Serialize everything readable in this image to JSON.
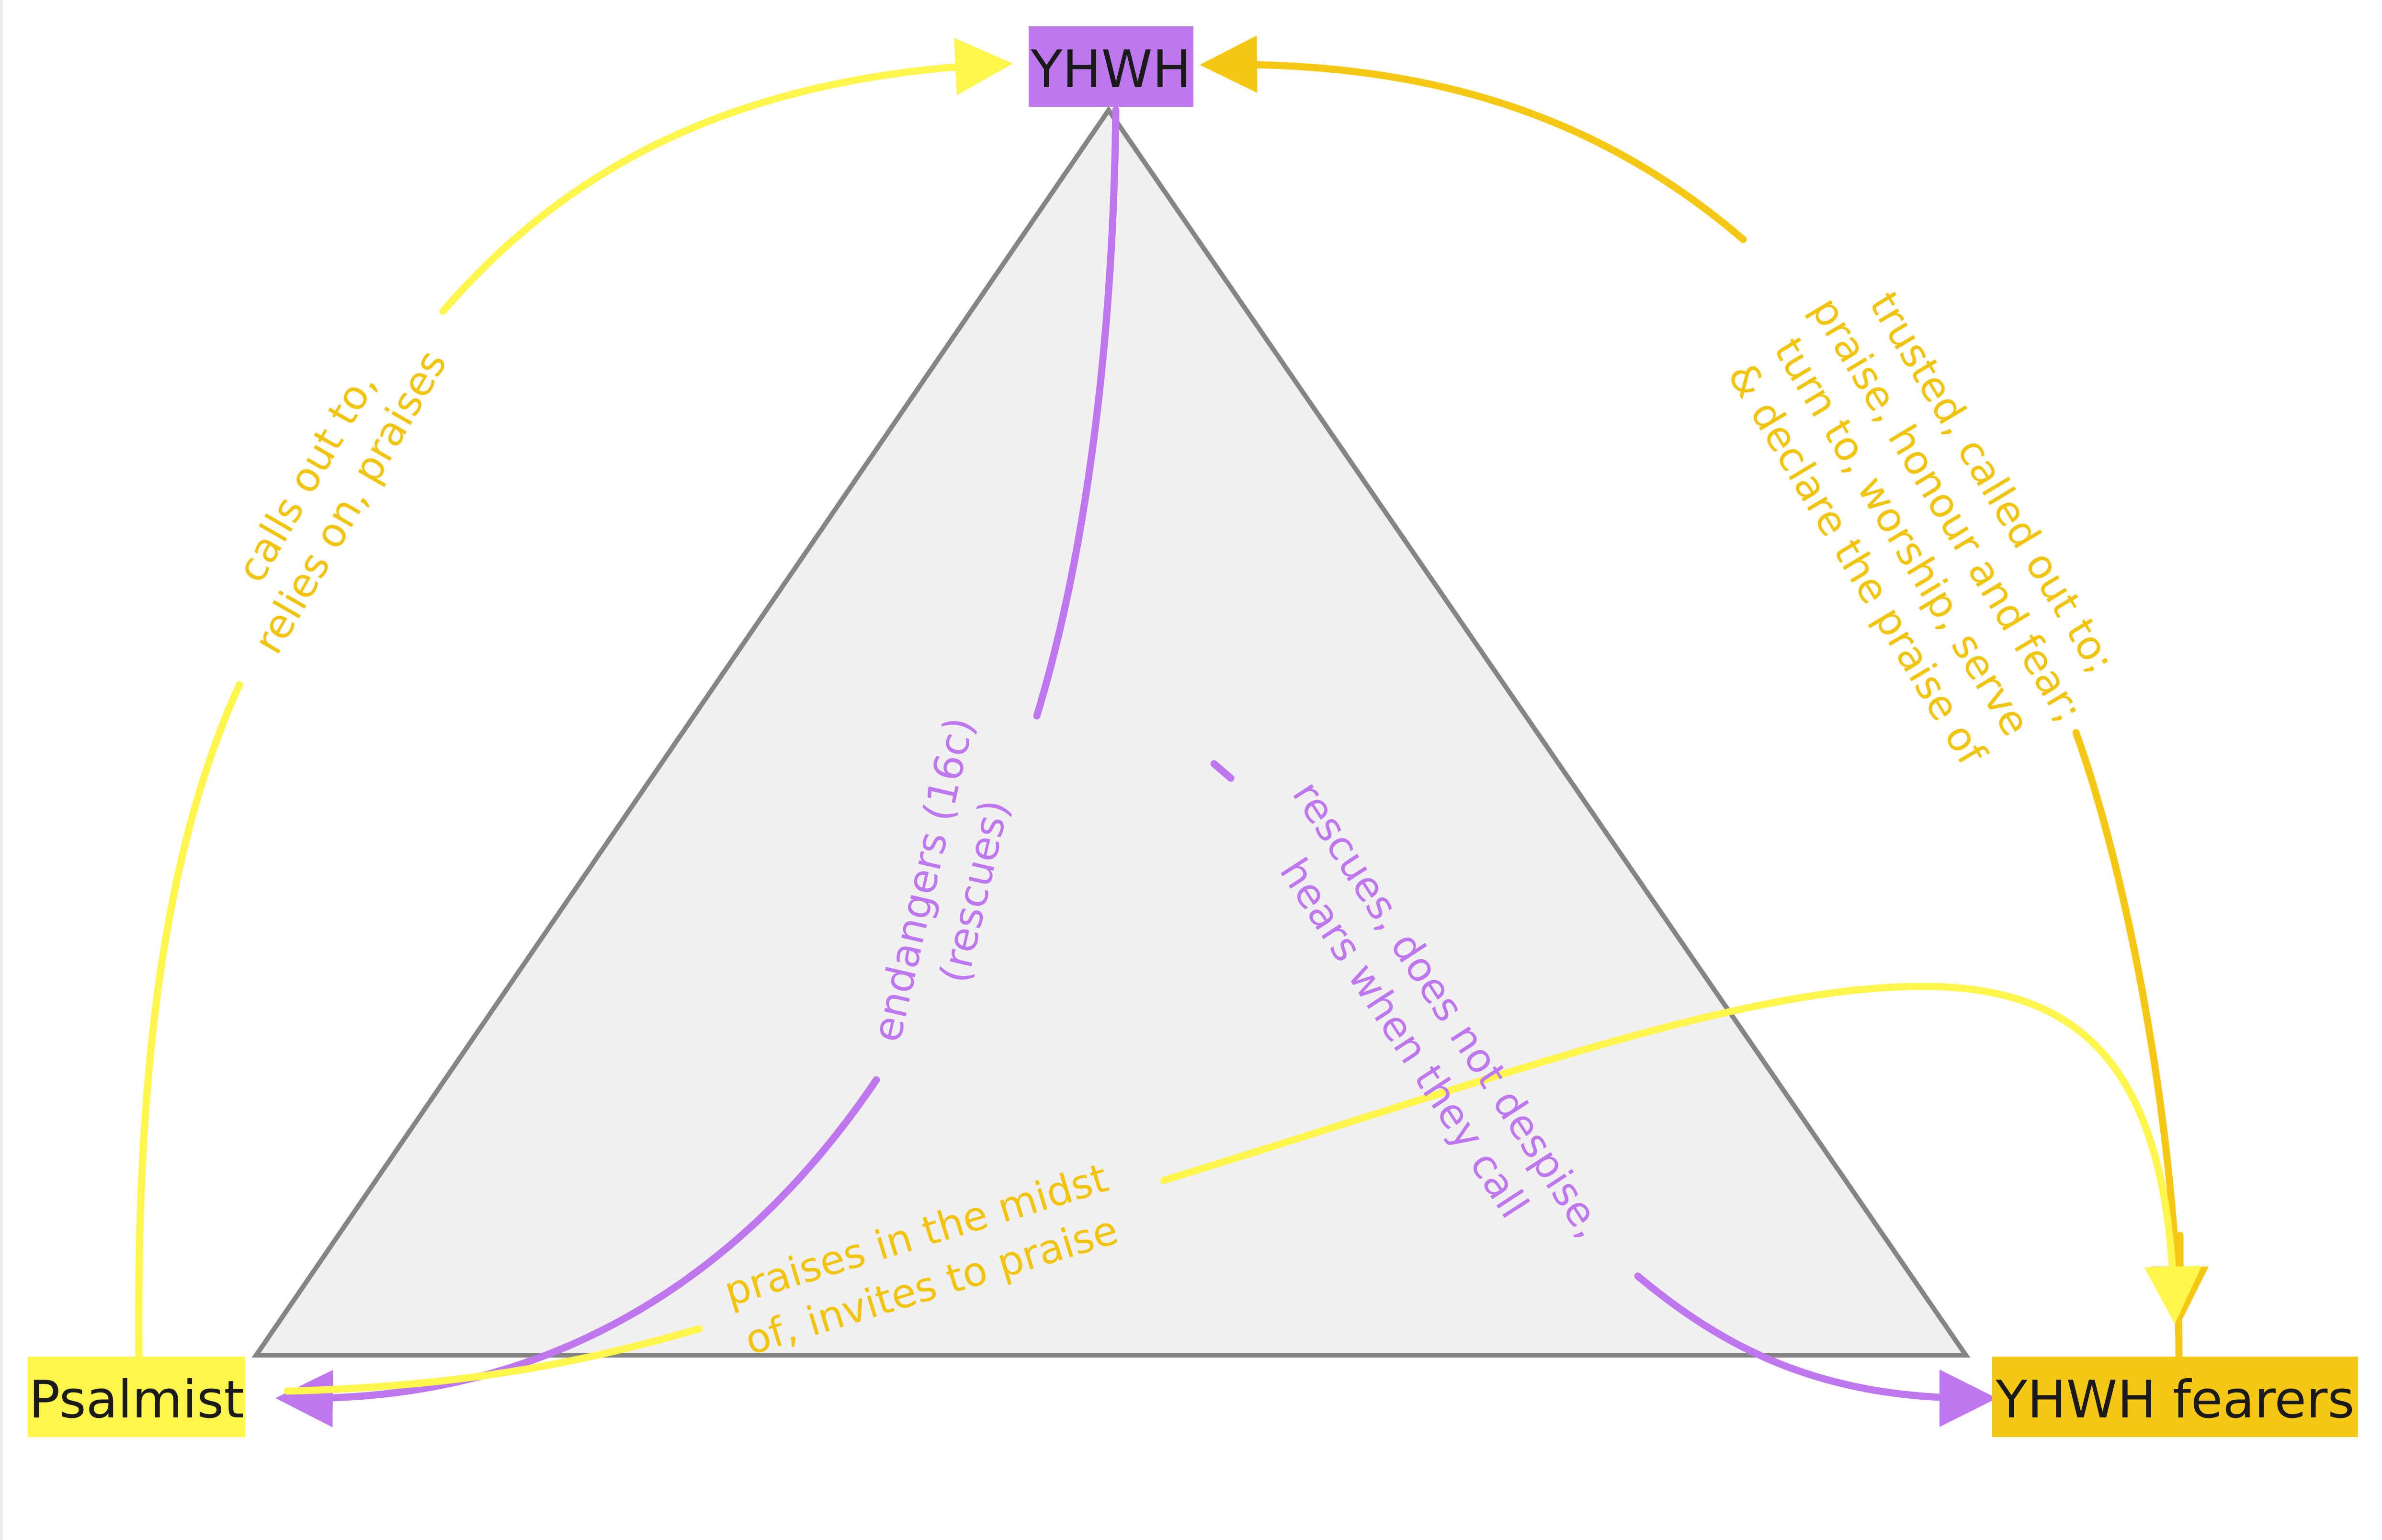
{
  "colors": {
    "yhwh": "#bf77f0",
    "psalmist": "#fff54d",
    "fearers": "#f7c813",
    "triangle_fill": "#f0f0f0",
    "triangle_stroke": "#858585",
    "label_gold": "#f2c40e",
    "label_purple": "#bf77f0"
  },
  "nodes": {
    "yhwh": "YHWH",
    "psalmist": "Psalmist",
    "fearers": "YHWH fearers"
  },
  "edges": {
    "psalmist_to_yhwh": {
      "lines": [
        "calls out to,",
        "relies on, praises"
      ]
    },
    "fearers_to_yhwh": {
      "lines": [
        "trusted, called out to;",
        "praise, honour and fear;",
        "turn to, worship, serve",
        "& declare the praise of"
      ]
    },
    "yhwh_to_psalmist": {
      "lines": [
        "endangers (16c)",
        "(rescues)"
      ]
    },
    "yhwh_to_fearers": {
      "lines": [
        "rescues, does not despise,",
        "hears when they call"
      ]
    },
    "psalmist_to_fearers": {
      "lines": [
        "praises in the midst",
        "of, invites to praise"
      ]
    }
  }
}
